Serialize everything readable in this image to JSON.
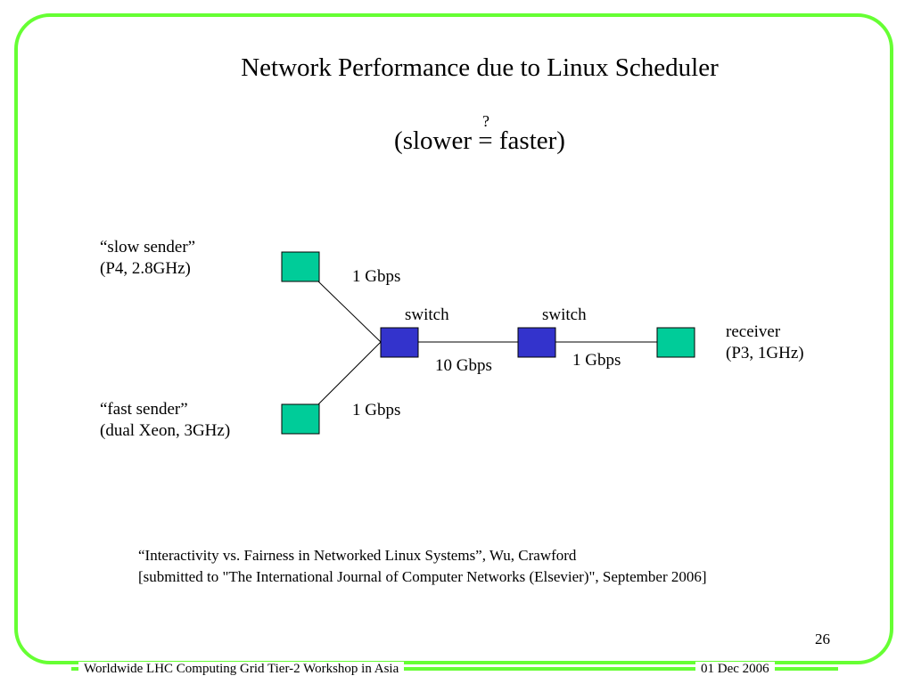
{
  "slide": {
    "title": "Network Performance due to Linux Scheduler",
    "subtitle_left": "(slower ",
    "subtitle_op": "=",
    "subtitle_right": " faster)",
    "question_mark": "?"
  },
  "diagram": {
    "slow_sender": {
      "line1": "“slow sender”",
      "line2": "(P4, 2.8GHz)"
    },
    "fast_sender": {
      "line1": "“fast sender”",
      "line2": "(dual Xeon, 3GHz)"
    },
    "receiver": {
      "line1": "receiver",
      "line2": "(P3, 1GHz)"
    },
    "switch1_label": "switch",
    "switch2_label": "switch",
    "link_slow": "1 Gbps",
    "link_fast": "1 Gbps",
    "link_switches": "10 Gbps",
    "link_receiver": "1 Gbps",
    "colors": {
      "host": "#00cc99",
      "switch": "#3333cc",
      "border": "#66ff33"
    }
  },
  "reference": {
    "line1": "“Interactivity vs. Fairness in Networked Linux Systems”,  Wu, Crawford",
    "line2": "[submitted to \"The International Journal of Computer Networks (Elsevier)\", September 2006]"
  },
  "page_number": "26",
  "footer": {
    "left": "Worldwide LHC Computing Grid Tier-2 Workshop in Asia",
    "right": "01 Dec 2006"
  }
}
